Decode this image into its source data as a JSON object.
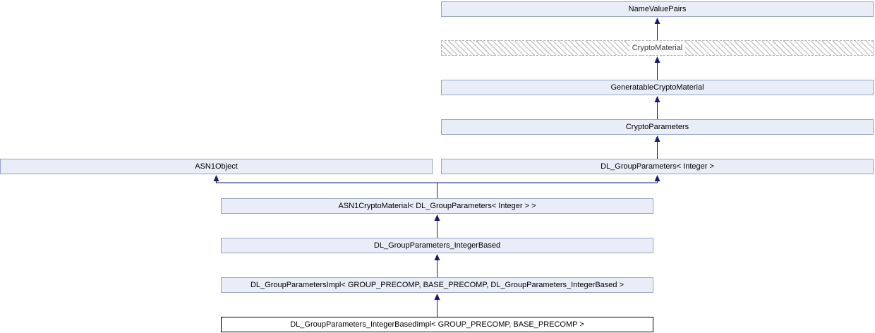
{
  "diagram": {
    "type": "class-inheritance-graph",
    "nodes": [
      {
        "label": "NameValuePairs",
        "style": "default"
      },
      {
        "label": "CryptoMaterial",
        "style": "truncated"
      },
      {
        "label": "GeneratableCryptoMaterial",
        "style": "default"
      },
      {
        "label": "CryptoParameters",
        "style": "default"
      },
      {
        "label": "ASN1Object",
        "style": "default"
      },
      {
        "label": "DL_GroupParameters< Integer >",
        "style": "default"
      },
      {
        "label": "ASN1CryptoMaterial< DL_GroupParameters< Integer > >",
        "style": "default"
      },
      {
        "label": "DL_GroupParameters_IntegerBased",
        "style": "default"
      },
      {
        "label": "DL_GroupParametersImpl< GROUP_PRECOMP, BASE_PRECOMP, DL_GroupParameters_IntegerBased >",
        "style": "default"
      },
      {
        "label": "DL_GroupParameters_IntegerBasedImpl< GROUP_PRECOMP, BASE_PRECOMP >",
        "style": "main"
      }
    ],
    "edges": [
      {
        "from": "CryptoMaterial",
        "to": "NameValuePairs"
      },
      {
        "from": "GeneratableCryptoMaterial",
        "to": "CryptoMaterial"
      },
      {
        "from": "CryptoParameters",
        "to": "GeneratableCryptoMaterial"
      },
      {
        "from": "DL_GroupParameters< Integer >",
        "to": "CryptoParameters"
      },
      {
        "from": "ASN1CryptoMaterial< DL_GroupParameters< Integer > >",
        "to": "ASN1Object"
      },
      {
        "from": "ASN1CryptoMaterial< DL_GroupParameters< Integer > >",
        "to": "DL_GroupParameters< Integer >"
      },
      {
        "from": "DL_GroupParameters_IntegerBased",
        "to": "ASN1CryptoMaterial< DL_GroupParameters< Integer > >"
      },
      {
        "from": "DL_GroupParametersImpl< GROUP_PRECOMP, BASE_PRECOMP, DL_GroupParameters_IntegerBased >",
        "to": "DL_GroupParameters_IntegerBased"
      },
      {
        "from": "DL_GroupParameters_IntegerBasedImpl< GROUP_PRECOMP, BASE_PRECOMP >",
        "to": "DL_GroupParametersImpl< GROUP_PRECOMP, BASE_PRECOMP, DL_GroupParameters_IntegerBased >"
      }
    ],
    "colors": {
      "node_fill": "#e9edf7",
      "node_border": "#98a3c4",
      "truncated_border": "#b4b4b4",
      "main_fill": "#ffffff",
      "main_border": "#000000",
      "arrow": "#1a1a70",
      "text": "#000000"
    }
  }
}
